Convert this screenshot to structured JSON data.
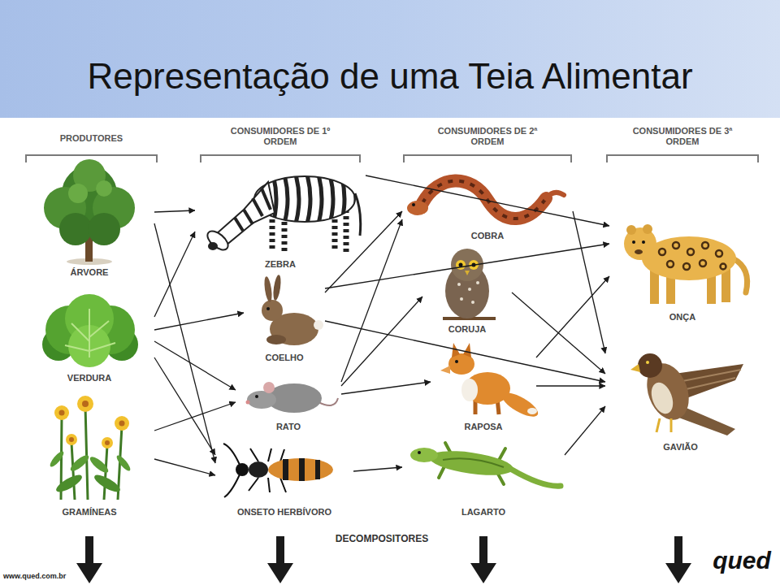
{
  "diagram": {
    "title": "Representação de uma Teia Alimentar",
    "nodes": [
      {
        "text": [
          "ÁRVORE"
        ]
      },
      {
        "text": [
          "VERDURA"
        ]
      },
      {
        "text": [
          "GRAMÍNEAS"
        ]
      },
      {
        "text": [
          "ZEBRA"
        ]
      },
      {
        "text": [
          "COELHO"
        ]
      },
      {
        "text": [
          "RATO"
        ]
      },
      {
        "text": [
          "ONSETO HERBÍVORO"
        ]
      },
      {
        "text": [
          "COBRA"
        ]
      },
      {
        "text": [
          "CORUJA"
        ]
      },
      {
        "text": [
          "RAPOSA"
        ]
      },
      {
        "text": [
          "LAGARTO"
        ]
      },
      {
        "text": [
          "ONÇA"
        ]
      },
      {
        "text": [
          "GAVIÃO"
        ]
      }
    ],
    "edges": [
      {
        "from": 0,
        "to": 3,
        "arrow": "to"
      },
      {
        "from": 0,
        "to": 6,
        "arrow": "to"
      },
      {
        "from": 1,
        "to": 3,
        "arrow": "to"
      },
      {
        "from": 1,
        "to": 4,
        "arrow": "to"
      },
      {
        "from": 1,
        "to": 5,
        "arrow": "to"
      },
      {
        "from": 1,
        "to": 6,
        "arrow": "to"
      },
      {
        "from": 2,
        "to": 5,
        "arrow": "to"
      },
      {
        "from": 2,
        "to": 6,
        "arrow": "to"
      },
      {
        "from": 3,
        "to": 11,
        "arrow": "to"
      },
      {
        "from": 4,
        "to": 7,
        "arrow": "to"
      },
      {
        "from": 4,
        "to": 11,
        "arrow": "to"
      },
      {
        "from": 4,
        "to": 12,
        "arrow": "to"
      },
      {
        "from": 5,
        "to": 7,
        "arrow": "to"
      },
      {
        "from": 5,
        "to": 8,
        "arrow": "to"
      },
      {
        "from": 5,
        "to": 9,
        "arrow": "to"
      },
      {
        "from": 6,
        "to": 10,
        "arrow": "to"
      },
      {
        "from": 7,
        "to": 12,
        "arrow": "to"
      },
      {
        "from": 8,
        "to": 12,
        "arrow": "to"
      },
      {
        "from": 9,
        "to": 11,
        "arrow": "to"
      },
      {
        "from": 9,
        "to": 12,
        "arrow": "to"
      },
      {
        "from": 10,
        "to": 12,
        "arrow": "to"
      }
    ],
    "labels": [
      "PRODUTORES",
      "CONSUMIDORES DE 1º ORDEM",
      "CONSUMIDORES DE 2ª ORDEM",
      "CONSUMIDORES DE 3ª ORDEM",
      "DECOMPOSITORES",
      "www.qued.com.br",
      "qued"
    ]
  }
}
